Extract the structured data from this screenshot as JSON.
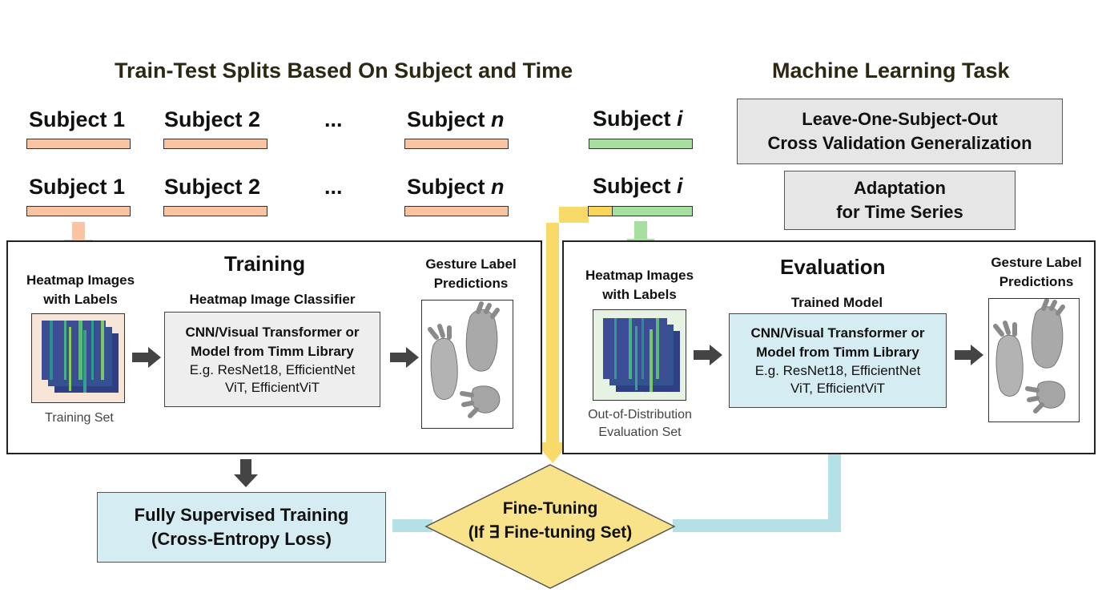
{
  "headers": {
    "splits": "Train-Test Splits Based On Subject and Time",
    "task": "Machine Learning Task"
  },
  "subjects": {
    "row1": [
      "Subject 1",
      "Subject 2",
      "...",
      "Subject",
      "Subject"
    ],
    "italic_suffix": {
      "n": "n",
      "i": "i"
    }
  },
  "tasks": {
    "loso_line1": "Leave-One-Subject-Out",
    "loso_line2": "Cross Validation Generalization",
    "adapt_line1": "Adaptation",
    "adapt_line2": "for Time Series"
  },
  "training": {
    "title": "Training",
    "input_line1": "Heatmap Images",
    "input_line2": "with Labels",
    "classifier_label": "Heatmap Image Classifier",
    "model_line1": "CNN/Visual Transformer or",
    "model_line2": "Model from Timm Library",
    "model_line3": "E.g. ResNet18, EfficientNet",
    "model_line4": "ViT, EfficientViT",
    "set_caption": "Training Set",
    "pred_line1": "Gesture Label",
    "pred_line2": "Predictions"
  },
  "evaluation": {
    "title": "Evaluation",
    "input_line1": "Heatmap Images",
    "input_line2": "with Labels",
    "model_label": "Trained Model",
    "model_line1": "CNN/Visual Transformer or",
    "model_line2": "Model from Timm Library",
    "model_line3": "E.g. ResNet18, EfficientNet",
    "model_line4": "ViT, EfficientViT",
    "set_caption_line1": "Out-of-Distribution",
    "set_caption_line2": "Evaluation Set",
    "pred_line1": "Gesture Label",
    "pred_line2": "Predictions"
  },
  "bottom": {
    "supervised_line1": "Fully Supervised Training",
    "supervised_line2": "(Cross-Entropy Loss)",
    "finetune_line1": "Fine-Tuning",
    "finetune_line2": "(If ∃ Fine-tuning Set)"
  },
  "colors": {
    "peach": "#f8c4a2",
    "green": "#a6dfa0",
    "yellow": "#f7d65a",
    "light_blue": "#d6ecf3",
    "teal_arrow": "#b5e0e6"
  }
}
